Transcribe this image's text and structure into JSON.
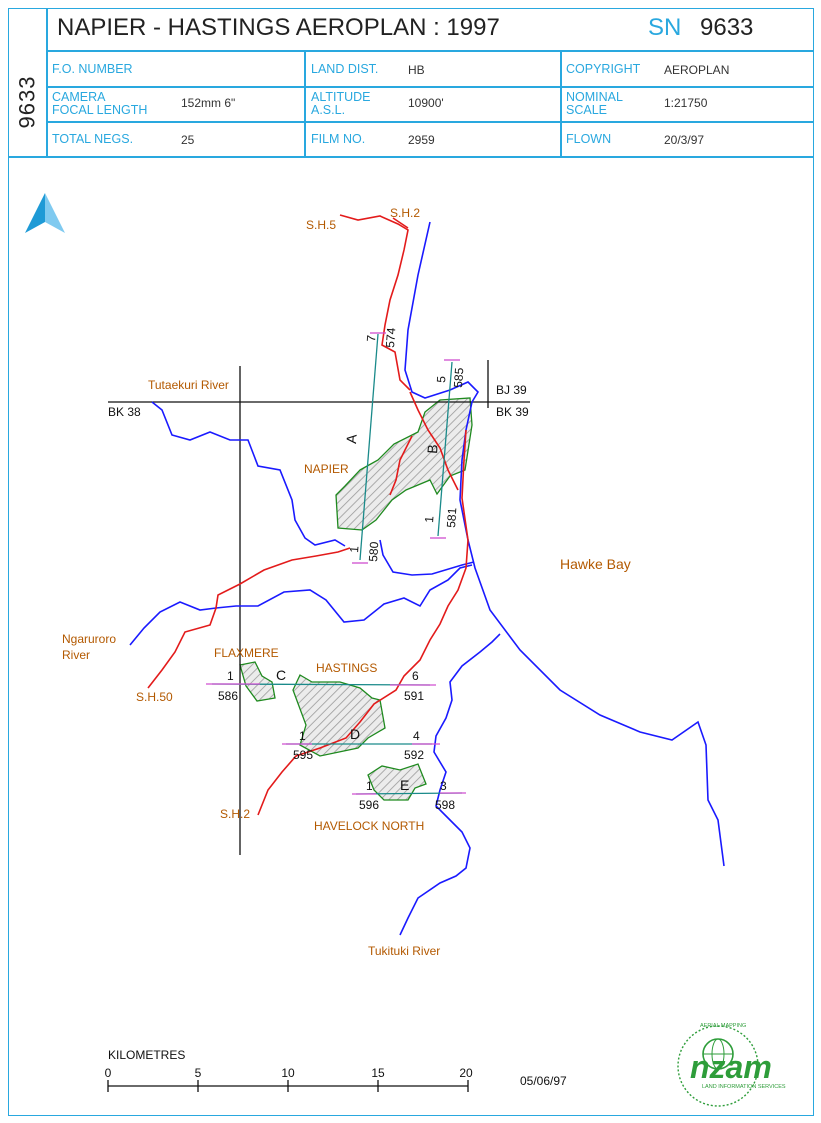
{
  "header": {
    "title": "NAPIER - HASTINGS AEROPLAN : 1997",
    "sn_label": "SN",
    "sn_value": "9633",
    "side_number": "9633"
  },
  "info": {
    "fo_number": {
      "label": "F.O. NUMBER",
      "value": ""
    },
    "camera_focal_length": {
      "label_line1": "CAMERA",
      "label_line2": "FOCAL LENGTH",
      "value": "152mm 6\""
    },
    "total_negs": {
      "label": "TOTAL NEGS.",
      "value": "25"
    },
    "land_dist": {
      "label": "LAND DIST.",
      "value": "HB"
    },
    "altitude": {
      "label_line1": "ALTITUDE",
      "label_line2": "A.S.L.",
      "value": "10900'"
    },
    "film_no": {
      "label": "FILM NO.",
      "value": "2959"
    },
    "copyright": {
      "label": "COPYRIGHT",
      "value": "AEROPLAN"
    },
    "nominal_scale": {
      "label_line1": "NOMINAL",
      "label_line2": "SCALE",
      "value": "1:21750"
    },
    "flown": {
      "label": "FLOWN",
      "value": "20/3/97"
    }
  },
  "map": {
    "north_label": "N",
    "places": {
      "napier": "NAPIER",
      "flaxmere": "FLAXMERE",
      "hastings": "HASTINGS",
      "havelock_north": "HAVELOCK NORTH",
      "hawke_bay": "Hawke Bay"
    },
    "rivers": {
      "tutaekuri": "Tutaekuri River",
      "ngaruroro_line1": "Ngaruroro",
      "ngaruroro_line2": "River",
      "tukituki": "Tukituki River"
    },
    "highways": {
      "sh5": "S.H.5",
      "sh2_north": "S.H.2",
      "sh50": "S.H.50",
      "sh2_south": "S.H.2"
    },
    "grid": {
      "bj39": "BJ 39",
      "bk38": "BK 38",
      "bk39": "BK 39"
    },
    "runs": {
      "A": {
        "letter": "A",
        "start_index": "1",
        "start_neg": "580",
        "end_index": "7",
        "end_neg": "574"
      },
      "B": {
        "letter": "B",
        "start_index": "1",
        "start_neg": "581",
        "end_index": "5",
        "end_neg": "585"
      },
      "C": {
        "letter": "C",
        "start_index": "1",
        "start_neg": "586",
        "end_index": "6",
        "end_neg": "591"
      },
      "D": {
        "letter": "D",
        "start_index": "1",
        "start_neg": "595",
        "end_index": "4",
        "end_neg": "592"
      },
      "E": {
        "letter": "E",
        "start_index": "1",
        "start_neg": "596",
        "end_index": "3",
        "end_neg": "598"
      }
    },
    "colors": {
      "river": "#1a1aff",
      "road": "#e31b1b",
      "urban_outline": "#1f8a1f",
      "flight_line": "#1a8a8a",
      "photo_tick": "#d04fd0",
      "label_brown": "#b35900",
      "accent_blue": "#29a8df"
    }
  },
  "scale_bar": {
    "title": "KILOMETRES",
    "ticks": [
      "0",
      "5",
      "10",
      "15",
      "20"
    ]
  },
  "footer": {
    "date": "05/06/97",
    "logo_text": "nzam",
    "logo_subtitle": "LAND INFORMATION SERVICES",
    "logo_ring_text": "AERIAL MAPPING"
  }
}
